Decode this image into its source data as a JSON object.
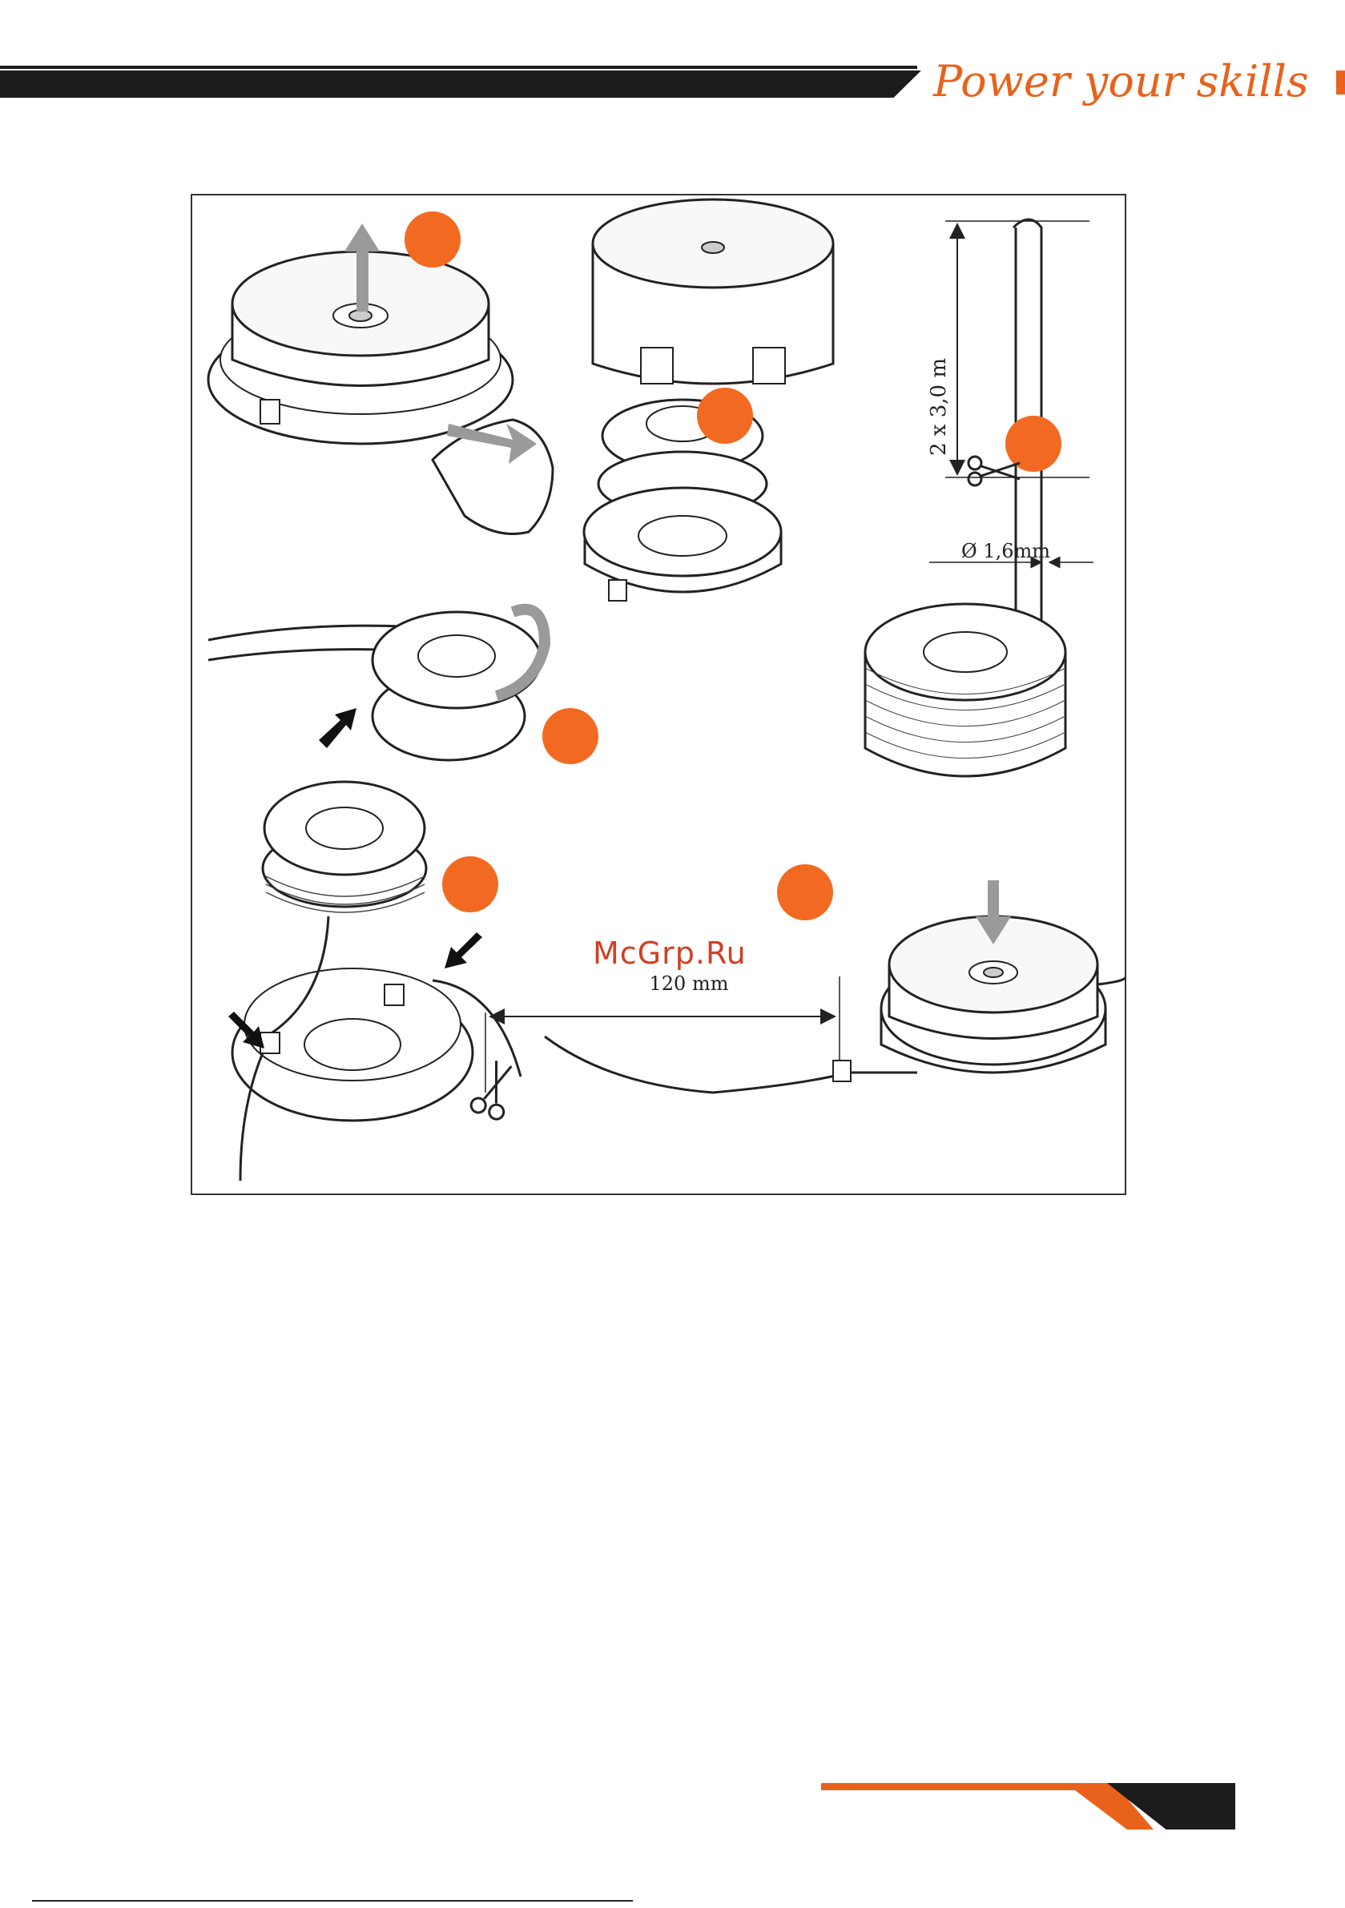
{
  "header": {
    "tagline": "Power your skills",
    "colors": {
      "bar": "#1c1c1c",
      "accent": "#e8621c"
    }
  },
  "figure": {
    "step_marker_color": "#f26a21",
    "labels": {
      "line_length": "2 x 3,0 m",
      "line_diameter": "Ø 1,6mm",
      "trim_length": "120  mm"
    }
  },
  "watermark": {
    "text": "McGrp.Ru",
    "color": "#d04024"
  },
  "footer": {
    "colors": {
      "line": "#e8621c",
      "block": "#1c1c1c"
    }
  }
}
